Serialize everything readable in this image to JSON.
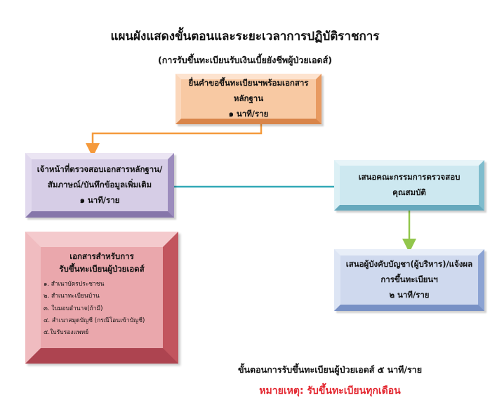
{
  "header": {
    "title": "แผนผังแสดงขั้นตอนและระยะเวลาการปฏิบัติราชการ",
    "subtitle": "(การรับขึ้นทะเบียนรับเงินเบี้ยยังชีพผู้ป่วยเอดส์)"
  },
  "steps": {
    "submit": {
      "line1": "ยื่นคำขอขึ้นทะเบียนฯพร้อมเอกสารหลักฐาน",
      "line2": "๑ นาที/ราย"
    },
    "verify": {
      "line1": "เจ้าหน้าที่ตรวจสอบเอกสารหลักฐาน/",
      "line2": "สัมภาษณ์/บันทึกข้อมูลเพิ่มเติม",
      "line3": "๑ นาที/ราย"
    },
    "committee": {
      "line1": "เสนอคณะกรรมการตรวจสอบ",
      "line2": "คุณสมบัติ"
    },
    "approve": {
      "line1": "เสนอผู้บังคับบัญชา(ผู้บริหาร)/แจ้งผล",
      "line2": "การขึ้นทะเบียนฯ",
      "line3": "๒ นาที/ราย"
    }
  },
  "documents": {
    "heading1": "เอกสารสำหรับการ",
    "heading2": "รับขึ้นทะเบียนผู้ป่วยเอดส์",
    "items": [
      "๑. สำเนาบัตรประชาชน",
      "๒. สำเนาทะเบียนบ้าน",
      "๓. ใบมอบอำนาจ(ถ้ามี)",
      "๔. สำเนาสมุดบัญชี (กรณีโอนเข้าบัญชี)",
      "๕.ใบรับรองแพทย์"
    ]
  },
  "footer": {
    "summary": "ขั้นตอนการรับขึ้นทะเบียนผู้ป่วยเอดส์ ๕ นาที/ราย",
    "note": "หมายเหตุ: รับขึ้นทะเบียนทุกเดือน"
  },
  "colors": {
    "connector_orange": "#f59a3c",
    "connector_teal": "#33a9b7",
    "connector_green": "#92c64c",
    "note_red": "#e3262f"
  }
}
